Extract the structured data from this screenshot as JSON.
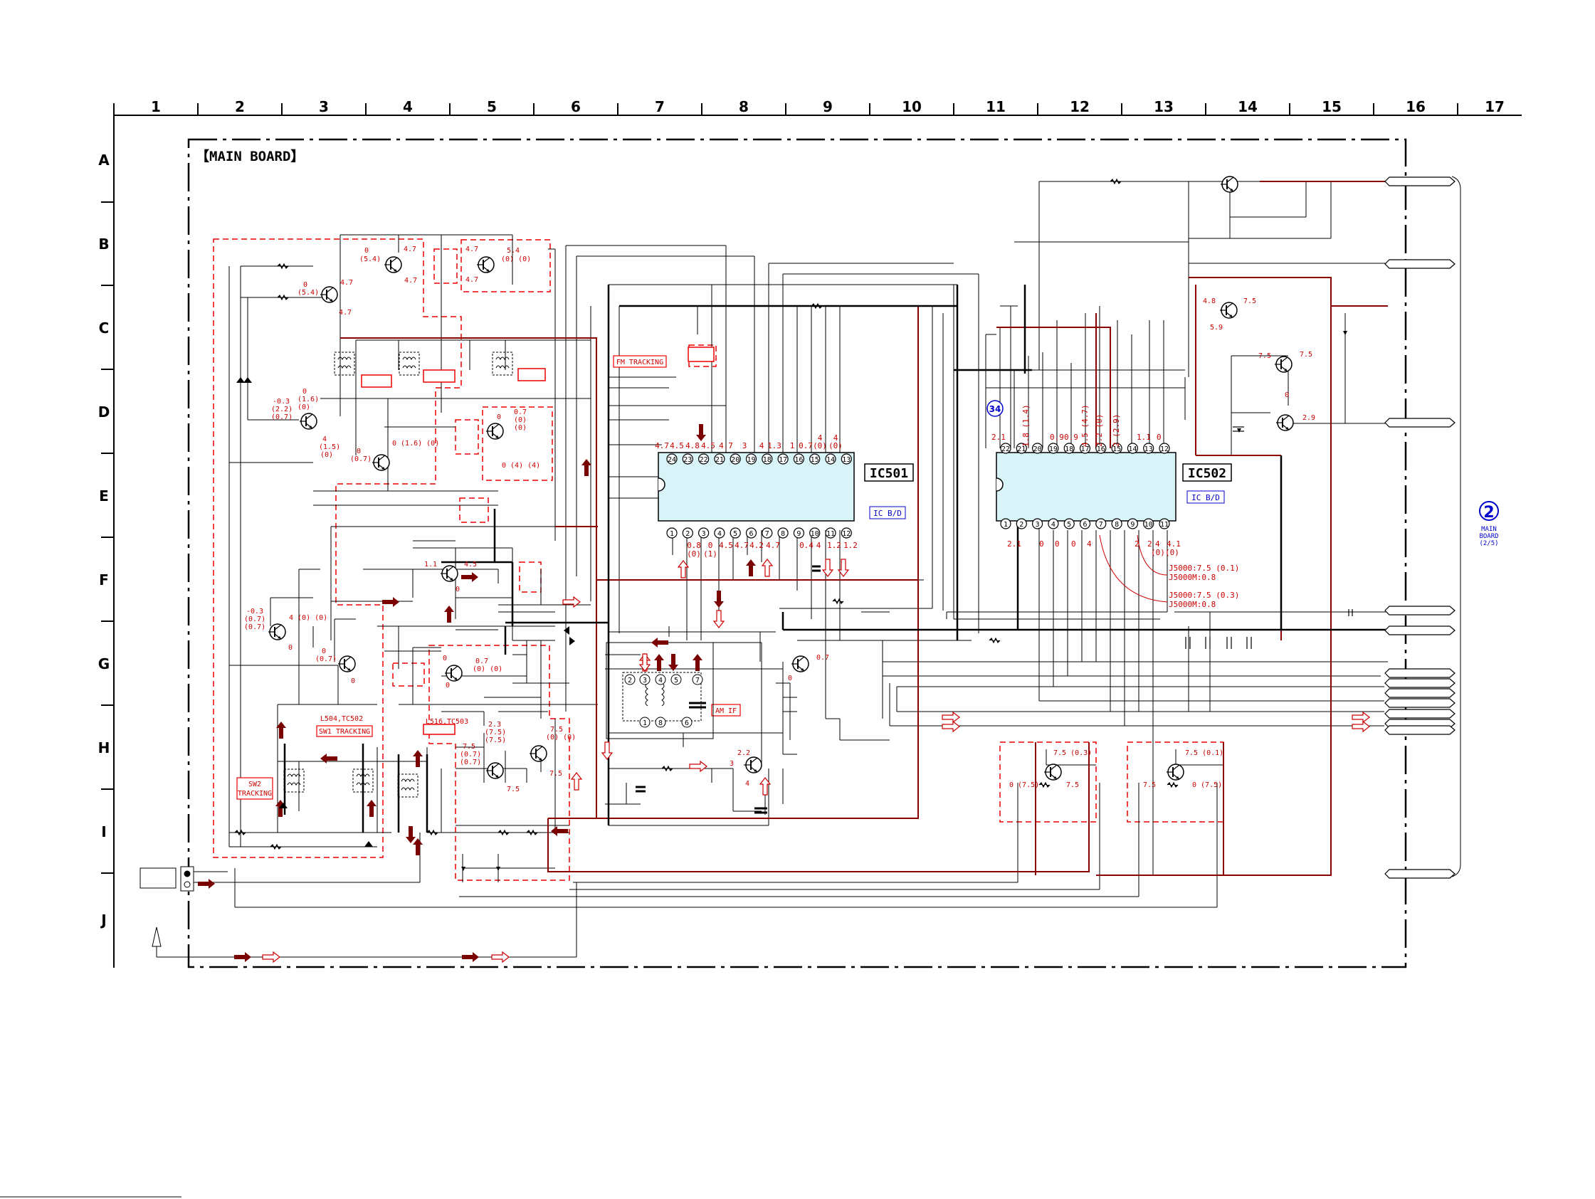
{
  "grid": {
    "columns": [
      "1",
      "2",
      "3",
      "4",
      "5",
      "6",
      "7",
      "8",
      "9",
      "10",
      "11",
      "12",
      "13",
      "14",
      "15",
      "16",
      "17"
    ],
    "rows": [
      "A",
      "B",
      "C",
      "D",
      "E",
      "F",
      "G",
      "H",
      "I",
      "J"
    ]
  },
  "board_title": "【MAIN BOARD】",
  "ic501": {
    "name": "IC501",
    "note": "IC B/D",
    "top_pins": [
      "24",
      "23",
      "22",
      "21",
      "20",
      "19",
      "18",
      "17",
      "16",
      "15",
      "14",
      "13"
    ],
    "bottom_pins": [
      "1",
      "2",
      "3",
      "4",
      "5",
      "6",
      "7",
      "8",
      "9",
      "10",
      "11",
      "12"
    ],
    "top_voltages": [
      "4.7",
      "4.5",
      "4.8",
      "4.5",
      "4.7",
      "3",
      "",
      "4",
      "1.3",
      "1",
      "0.7",
      "4",
      "4"
    ],
    "top_voltages_paren": [
      "(0)",
      "(0)"
    ],
    "bottom_voltages": [
      "0.8",
      "0",
      "4.5",
      "4.7",
      "4.2",
      "4.7",
      "",
      "",
      "0.4",
      "4",
      "1.2",
      "1.2"
    ],
    "bottom_voltages_paren": [
      "(0)",
      "(1)"
    ]
  },
  "ic502": {
    "name": "IC502",
    "note": "IC B/D",
    "top_pins": [
      "22",
      "21",
      "20",
      "19",
      "18",
      "17",
      "16",
      "15",
      "14",
      "13",
      "12"
    ],
    "bottom_pins": [
      "1",
      "2",
      "3",
      "4",
      "5",
      "6",
      "7",
      "8",
      "9",
      "10",
      "11"
    ],
    "top_voltages": [
      "2.1",
      "1.8 (1.4)",
      "0.9",
      "0.9",
      "4.5 (4.7)",
      "2.2 (0)",
      "2 (2.9)",
      "",
      "1.1",
      "0"
    ],
    "bottom_voltages": [
      "2.1",
      "0",
      "0",
      "0",
      "4",
      "2",
      "2",
      "4",
      "4.1"
    ],
    "bottom_voltages_paren": [
      "(0)",
      "(0)"
    ],
    "notes": [
      "J5000:7.5 (0.1)",
      "J5000M:0.8",
      "J5000:7.5 (0.3)",
      "J5000M:0.8"
    ]
  },
  "labels": {
    "fm_tracking": "FM TRACKING",
    "am_if": "AM IF",
    "sw2_tracking_1": "SW2",
    "sw2_tracking_2": "TRACKING",
    "sw1_tracking_1": "L504,TC502",
    "sw1_tracking_2": "SW1 TRACKING",
    "l516": "L516,TC503",
    "step_marker": "34",
    "main_board_ref_num": "2",
    "main_board_ref_1": "MAIN",
    "main_board_ref_2": "BOARD",
    "main_board_ref_3": "(2/5)"
  },
  "am_if_pins": {
    "top": [
      "2",
      "3",
      "4",
      "5",
      "7"
    ],
    "bottom": [
      "1",
      "8",
      "6"
    ]
  },
  "voltages": {
    "q_b1_top": "0",
    "q_b1_top2": "(5.4)",
    "q_b1_r": "4.7",
    "q_b1_r2": "4.7",
    "q_c1_l": "0",
    "q_c1_l2": "(5.4)",
    "q_c1_r": "4.7",
    "q_c1_b": "4.7",
    "q_b5_l": "4.7",
    "q_b5_l2": "4.7",
    "q_b5_r": "5.4",
    "q_b5_r2": "(0) (0)",
    "q_d3_l1": "-0.3",
    "q_d3_l2": "(2.2)",
    "q_d3_l3": "(0.7)",
    "q_d3_t1": "0",
    "q_d3_t2": "(1.6)",
    "q_d3_t3": "(0)",
    "q_d3_b1": "4",
    "q_d3_b2": "(1.5)",
    "q_d3_b3": "(0)",
    "q_e4_l1": "0",
    "q_e4_l2": "(0.7)",
    "q_e4_r": "0 (1.6) (0)",
    "q_d5_r1": "0.7",
    "q_d5_r2": "(0)",
    "q_d5_r3": "(0)",
    "q_d5_l": "0",
    "q_d5_b": "0 (4) (4)",
    "q_f4_l": "1.1",
    "q_f4_r": "4.5",
    "q_f4_b": "0",
    "q_g2_l1": "-0.3",
    "q_g2_l2": "(0.7)",
    "q_g2_l3": "(0.7)",
    "q_g2_r": "4 (0) (0)",
    "q_g2_b": "0",
    "q_g3_l1": "0",
    "q_g3_l2": "(0.7)",
    "q_g3_b": "0",
    "q_g5_l": "0",
    "q_g5_r1": "0.7",
    "q_g5_r2": "(0) (0)",
    "q_g5_b": "0",
    "q_h5_1": "2.3",
    "q_h5_2": "(7.5)",
    "q_h5_3": "(7.5)",
    "q_h5_4": "7.5",
    "q_h5_5": "(0.7)",
    "q_h5_6": "(0.7)",
    "q_h5_7": "7.5",
    "q_h6_1": "7.5",
    "q_h6_2": "(0) (0)",
    "q_h6_3": "7.5",
    "q_g9_r": "0.7",
    "q_g9_l": "0",
    "q_h8_1": "2.2",
    "q_h8_2": "3",
    "q_h8_3": "4",
    "q_c14_l": "4.8",
    "q_c14_r": "7.5",
    "q_c14_b": "5.9",
    "q_d15_l": "7.5",
    "q_d15_r": "7.5",
    "q_d15_b": "0",
    "q_d15_e": "2.9",
    "q_h12_t": "7.5 (0.3)",
    "q_h12_l": "0 (7.5)",
    "q_h12_r": "7.5",
    "q_h13_t": "7.5 (0.1)",
    "q_h13_l": "7.5",
    "q_h13_r": "0 (7.5)"
  }
}
